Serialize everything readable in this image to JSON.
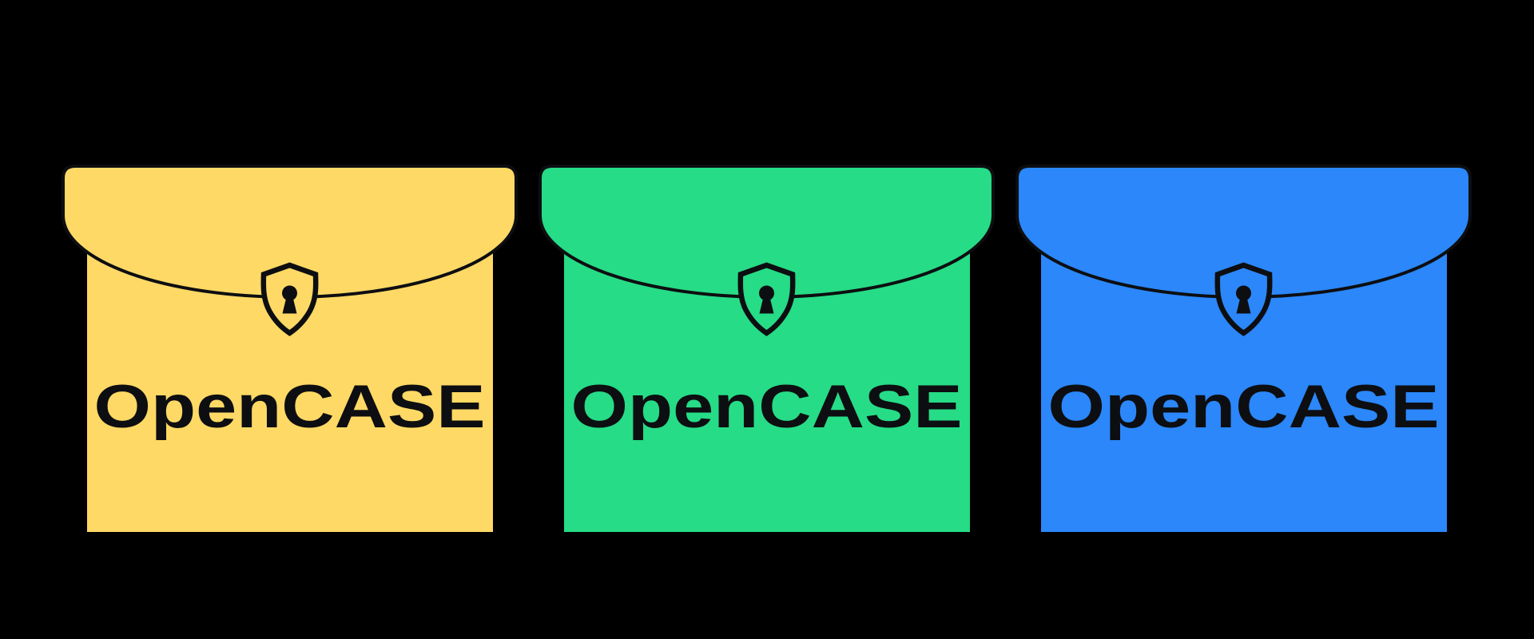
{
  "canvas": {
    "background": "#000000"
  },
  "colors": {
    "ink": "#0D0E11"
  },
  "icons": {
    "clasp": "shield-keyhole"
  },
  "envelopes": [
    {
      "variant": "yellow",
      "label": "OpenCASE",
      "color": "#FFD965"
    },
    {
      "variant": "green",
      "label": "OpenCASE",
      "color": "#26DC86"
    },
    {
      "variant": "blue",
      "label": "OpenCASE",
      "color": "#2B87FA"
    }
  ]
}
